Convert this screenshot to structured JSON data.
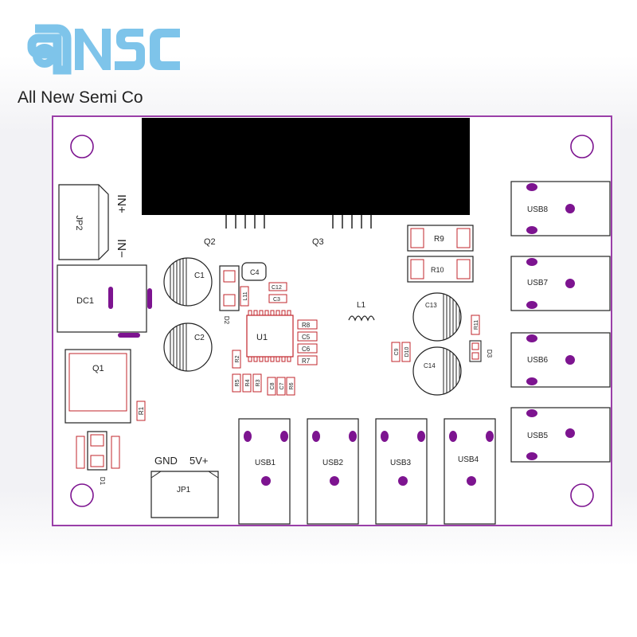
{
  "brand": {
    "logo_text": "aNSC",
    "company_name": "All New Semi Co"
  },
  "colors": {
    "logo": "#7ec4ea",
    "board_outline": "#9a3fa8",
    "pad": "#7d1490",
    "silk": "#222222",
    "component_red": "#c0242b",
    "heatsink": "#000000",
    "background_top": "#ffffff",
    "background_board": "#f4f4f6"
  },
  "labels": {
    "jp2": "JP2",
    "in_plus": "IN+",
    "in_minus": "IN−",
    "dc1": "DC1",
    "q1": "Q1",
    "q2": "Q2",
    "q3": "Q3",
    "c1": "C1",
    "c2": "C2",
    "c4": "C4",
    "c5": "C5",
    "c6": "C6",
    "c7": "C7",
    "c8": "C8",
    "c9": "C9",
    "c12": "C12",
    "c13": "C13",
    "c14": "C14",
    "d1": "D1",
    "d2": "D2",
    "d3": "D3",
    "d10": "D10",
    "l1": "L1",
    "l11": "L11",
    "u1": "U1",
    "r1": "R1",
    "r2": "R2",
    "r3": "R3",
    "r4": "R4",
    "r5": "R5",
    "r6": "R6",
    "r7": "R7",
    "r8": "R8",
    "r9": "R9",
    "r10": "R10",
    "r11": "R11",
    "jp1": "JP1",
    "gnd": "GND",
    "v5": "5V+",
    "usb1": "USB1",
    "usb2": "USB2",
    "usb3": "USB3",
    "usb4": "USB4",
    "usb5": "USB5",
    "usb6": "USB6",
    "usb7": "USB7",
    "usb8": "USB8"
  }
}
